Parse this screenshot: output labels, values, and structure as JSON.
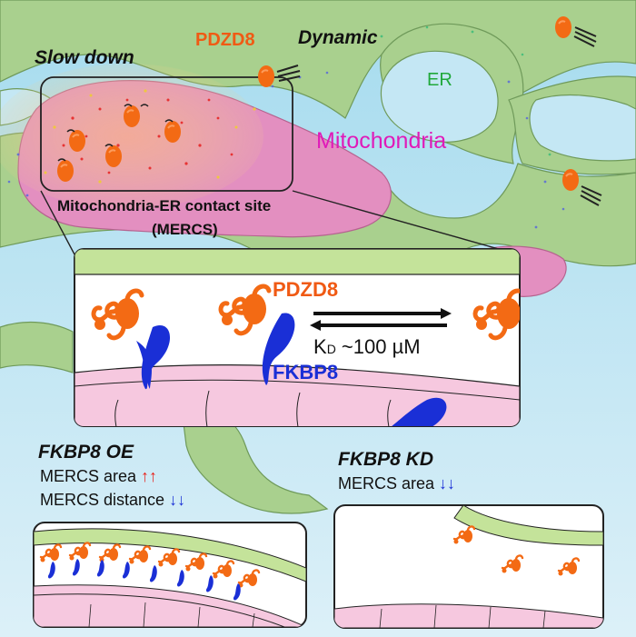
{
  "labels": {
    "slow_down": "Slow down",
    "pdzd8_top": "PDZD8",
    "dynamic": "Dynamic",
    "er": "ER",
    "mitochondria": "Mitochondria",
    "mercs_line1": "Mitochondria-ER contact site",
    "mercs_line2": "(MERCS)",
    "pdzd8_inset": "PDZD8",
    "kd_prefix": "K",
    "kd_sub": "D",
    "kd_value": " ~100 µM",
    "fkbp8": "FKBP8"
  },
  "oe_panel": {
    "title": "FKBP8 OE",
    "line1": "MERCS area",
    "line1_arrows": "↑↑",
    "line2": "MERCS distance",
    "line2_arrows": "↓↓"
  },
  "kd_panel": {
    "title": "FKBP8 KD",
    "line1": "MERCS area",
    "line1_arrows": "↓↓"
  },
  "colors": {
    "sky_top": "#a6dcef",
    "sky_bottom": "#d6eef8",
    "er_green": "#a9d08e",
    "mito_pink": "#e38fc0",
    "pdzd8_orange": "#f36a14",
    "fkbp8_blue": "#1a2fd6",
    "arrow_red": "#e8231b",
    "arrow_blue": "#1a2fd6",
    "er_label": "#1fa83a",
    "mito_label": "#e01ab9"
  }
}
